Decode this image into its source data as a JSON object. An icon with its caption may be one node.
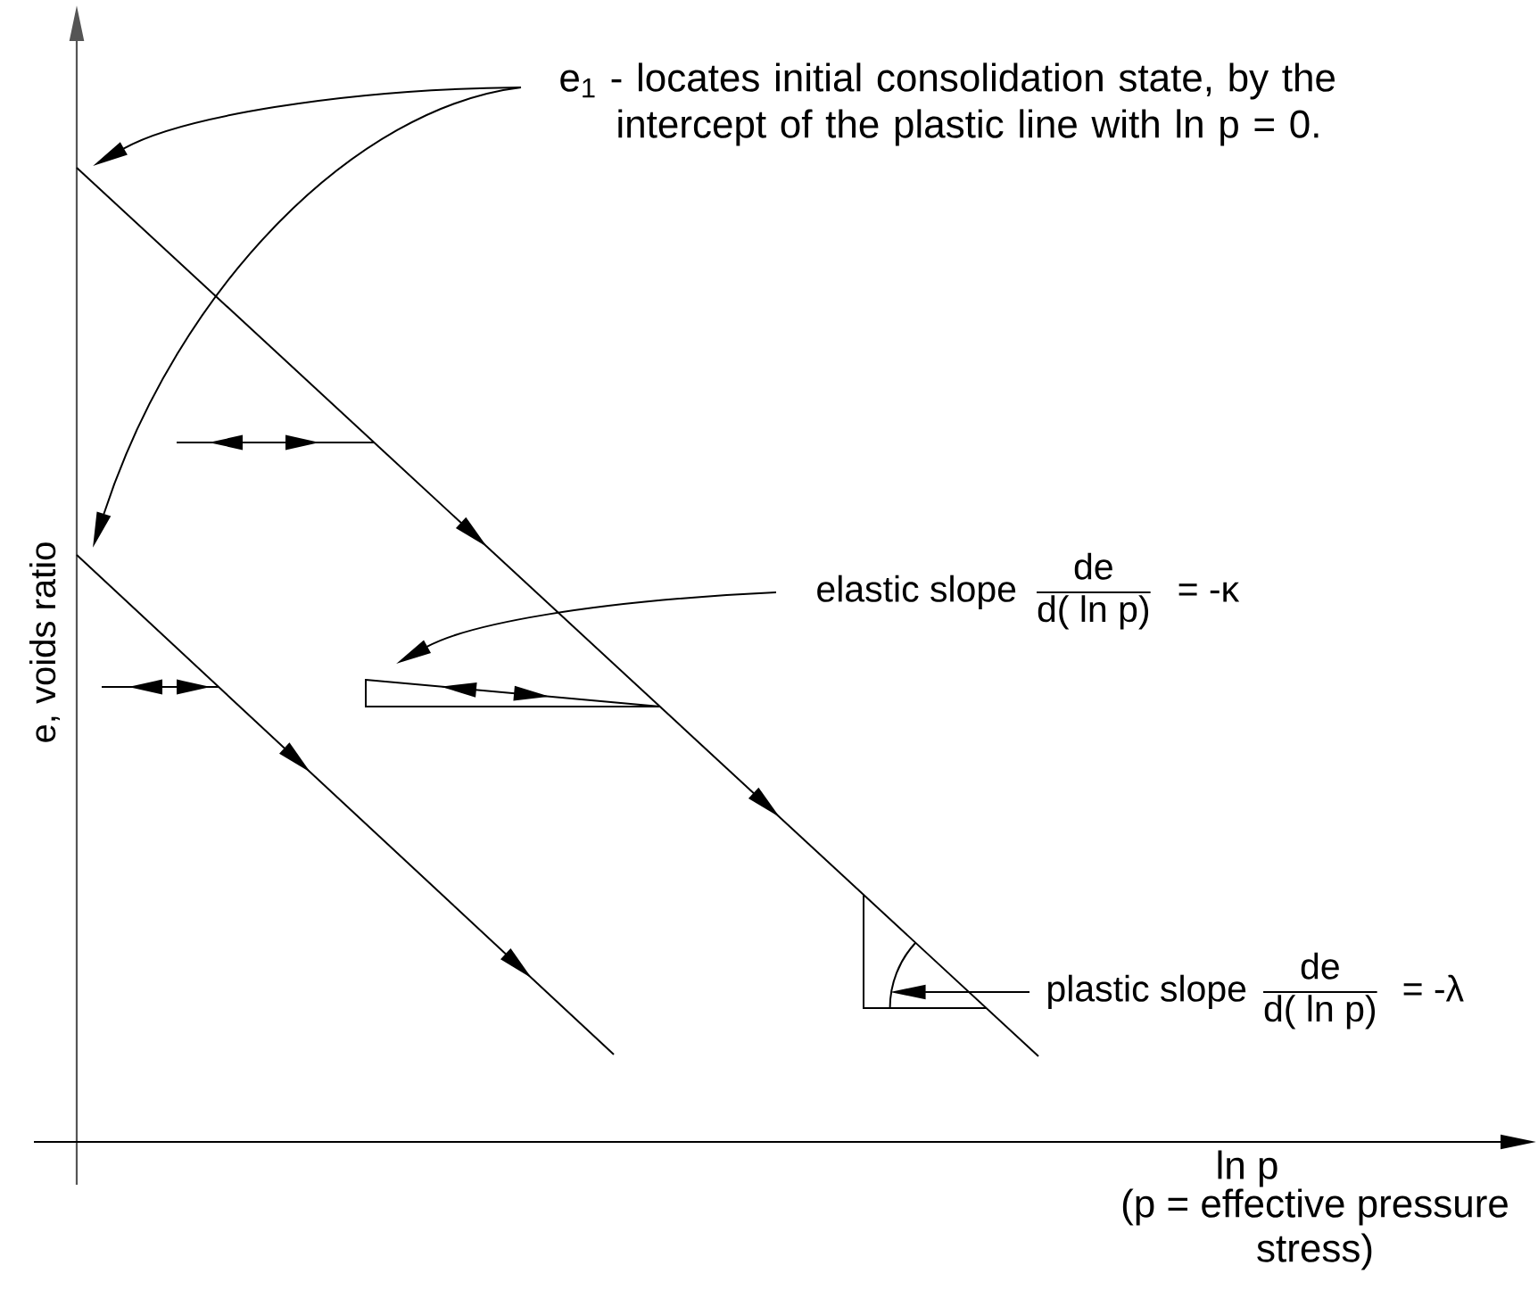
{
  "diagram": {
    "nodes": [
      {
        "text": [
          "e$_{1}$ - locates initial consolidation state, by the intercept of the plastic line with ln p = 0."
        ]
      },
      {
        "text": [
          "elastic slope",
          "de",
          "d( ln p)",
          "= -κ"
        ]
      },
      {
        "text": [
          "plastic slope",
          "de",
          "d( ln p)",
          "= -λ"
        ]
      },
      {
        "text": [],
        "shape": "triangle"
      },
      {
        "text": [],
        "shape": "arc"
      }
    ],
    "edges": [
      {
        "from": 0,
        "to": null,
        "arrow": "to"
      },
      {
        "from": 0,
        "to": null,
        "arrow": "to"
      },
      {
        "from": 1,
        "to": 3,
        "arrow": "to"
      },
      {
        "from": 2,
        "to": 4,
        "arrow": "to"
      }
    ],
    "labels": [
      "e, voids ratio",
      "ln p",
      "(p = effective pressure stress)"
    ]
  }
}
